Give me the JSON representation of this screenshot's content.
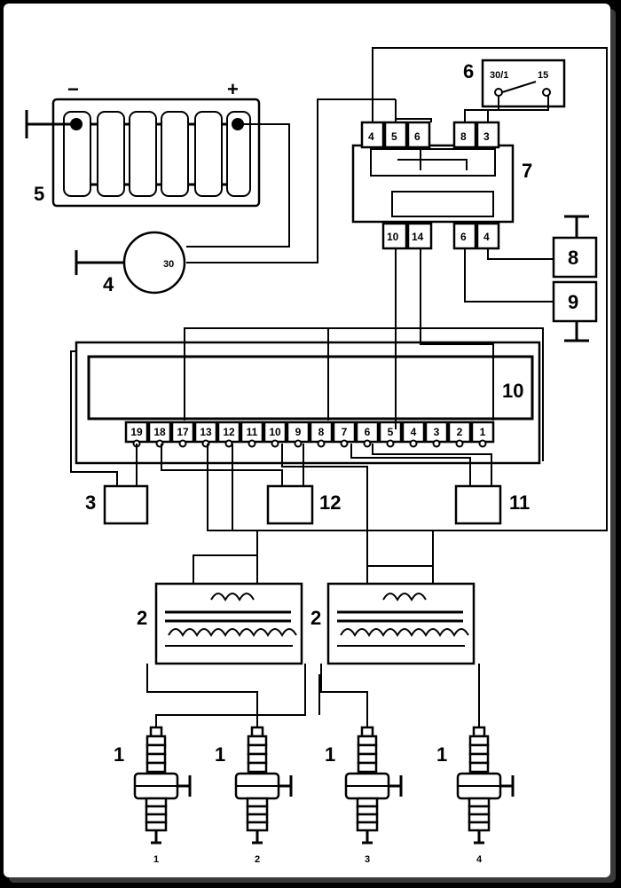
{
  "labels": {
    "spark_plug": "1",
    "coil": "2",
    "sensor_3": "3",
    "generator": "4",
    "battery": "5",
    "ignition_switch": "6",
    "relay": "7",
    "unit_8": "8",
    "unit_9": "9",
    "ecu": "10",
    "sensor_11": "11",
    "sensor_12": "12"
  },
  "battery": {
    "minus": "−",
    "plus": "+"
  },
  "generator": {
    "terminal": "30"
  },
  "ignition_switch": {
    "terminal_a": "30/1",
    "terminal_b": "15"
  },
  "relay": {
    "top_pins": [
      "4",
      "5",
      "6",
      "8",
      "3"
    ],
    "bottom_pins": [
      "10",
      "14",
      "6",
      "4"
    ]
  },
  "ecu": {
    "pins": [
      "19",
      "18",
      "17",
      "13",
      "12",
      "11",
      "10",
      "9",
      "8",
      "7",
      "6",
      "5",
      "4",
      "3",
      "2",
      "1"
    ]
  },
  "plugs": {
    "numbers": [
      "1",
      "2",
      "3",
      "4"
    ]
  }
}
